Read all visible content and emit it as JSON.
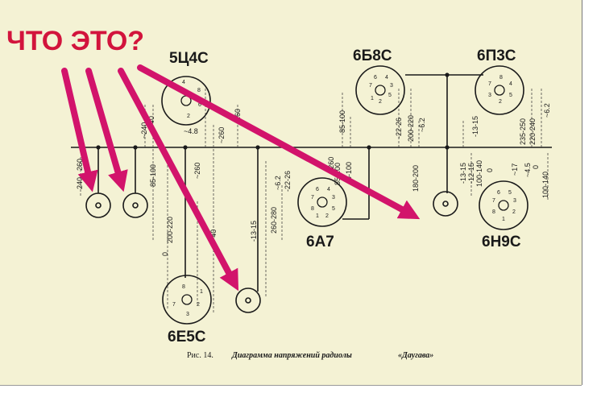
{
  "annotation": {
    "text": "ЧТО ЭТО?",
    "color": "#d2143c"
  },
  "colors": {
    "paper": "#f4f2d4",
    "ink": "#1a1a1a",
    "arrow": "#d2136b"
  },
  "tubes": {
    "t5c4s": {
      "name": "5Ц4С",
      "pins": [
        "4",
        "8",
        "6",
        "2"
      ]
    },
    "t6b8s": {
      "name": "6Б8С",
      "pins": [
        "6",
        "4",
        "7",
        "3",
        "5",
        "2",
        "1"
      ]
    },
    "t6p3s": {
      "name": "6П3С",
      "pins": [
        "8",
        "7",
        "4",
        "5",
        "3",
        "2"
      ]
    },
    "t6a7": {
      "name": "6А7",
      "pins": [
        "6",
        "4",
        "7",
        "3",
        "8",
        "5",
        "2",
        "1"
      ]
    },
    "t6n9s": {
      "name": "6Н9С",
      "pins": [
        "6",
        "5",
        "7",
        "3",
        "8",
        "2",
        "1"
      ]
    },
    "t6e5s": {
      "name": "6Е5С",
      "pins": [
        "8",
        "1",
        "2",
        "7",
        "3"
      ]
    }
  },
  "voltages": {
    "v_240a": "240",
    "v_260a": "260",
    "v_85_100a": "85-100",
    "v_240b": "~240",
    "v_40": "40",
    "v_260b": "260",
    "v_48": "~4.8",
    "v_260c": "~260",
    "v_0a": "0",
    "v_200_220a": "200-220",
    "v_260d": "~260",
    "v_40b": "~40",
    "v_13_15a": "-13-15",
    "v_260_280": "260-280",
    "v_62a": "~6.2",
    "v_22_26a": "-22-26",
    "v_85_100b": "85-100",
    "v_260e": "~260",
    "v_0_100": "0-100",
    "v_85_100c": "85-100",
    "v_22_26b": "-22-26",
    "v_200_220b": "200-220",
    "v_62b": "~6.2",
    "v_180_200": "180-200",
    "v_13_15b": "-13-15",
    "v_235_250": "235-250",
    "v_220_240": "220-240",
    "v_62c": "~6.2",
    "v_13_15c": "-13-15",
    "v_12_15": "-12-15",
    "v_100_140a": "100-140",
    "v_0b": "0",
    "v_17": "~17",
    "v_45": "~4.5",
    "v_0c": "0",
    "v_100_140b": "100-140"
  },
  "caption": {
    "fig": "Рис. 14.",
    "text": "Диаграмма напряжений радиолы",
    "name": "«Даугава»"
  }
}
